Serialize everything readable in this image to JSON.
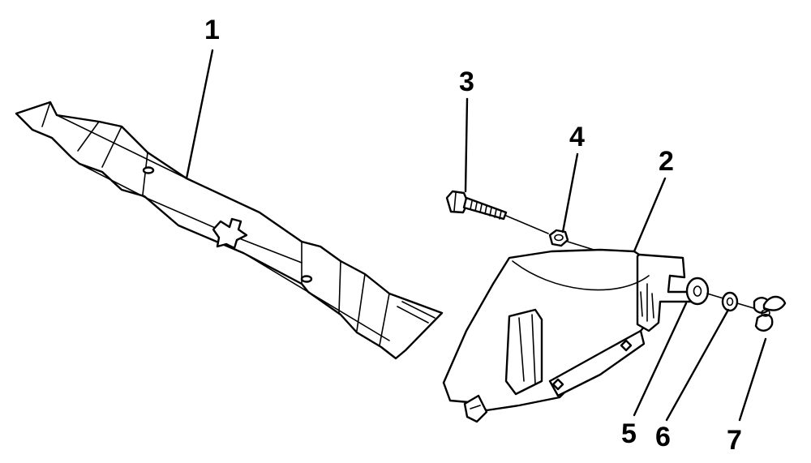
{
  "diagram": {
    "callouts": [
      {
        "id": "1",
        "part": "mower-blade"
      },
      {
        "id": "2",
        "part": "mulching-cover"
      },
      {
        "id": "3",
        "part": "hex-bolt"
      },
      {
        "id": "4",
        "part": "hex-nut"
      },
      {
        "id": "5",
        "part": "flat-washer"
      },
      {
        "id": "6",
        "part": "lock-washer"
      },
      {
        "id": "7",
        "part": "wing-nut"
      }
    ]
  }
}
